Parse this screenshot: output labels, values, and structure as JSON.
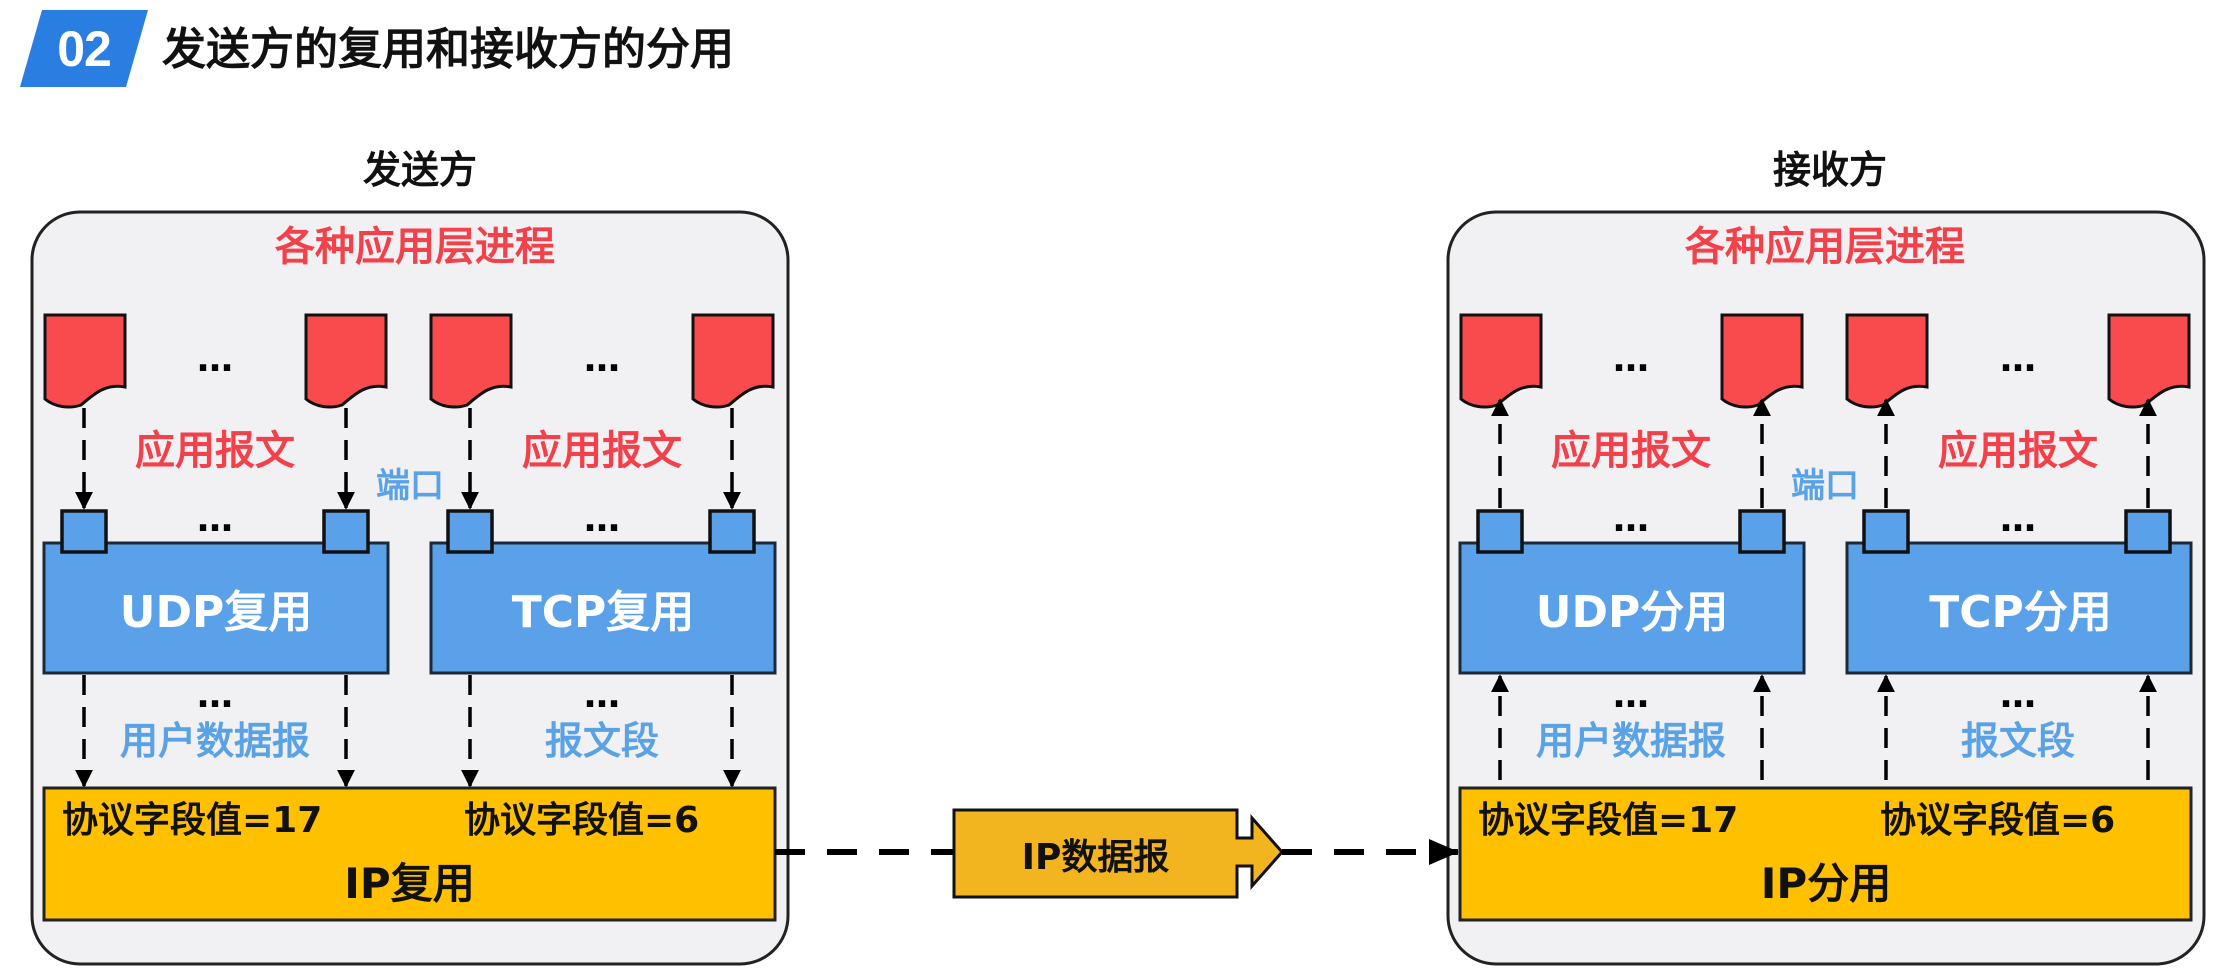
{
  "header": {
    "section_number": "02",
    "title": "发送方的复用和接收方的分用"
  },
  "colors": {
    "badge_blue": "#2a7de1",
    "panel_fill": "#f1f0f3",
    "process_red": "#f94a4e",
    "transport_blue": "#5ba1e9",
    "ip_yellow": "#ffc000",
    "datagram_yellow": "#f2b520",
    "label_red": "#f2414a",
    "label_blue": "#5aa2e6"
  },
  "sender": {
    "title": "发送方",
    "processes_label": "各种应用层进程",
    "app_message_label_left": "应用报文",
    "app_message_label_right": "应用报文",
    "port_label": "端口",
    "ellipsis": "…",
    "udp_box": "UDP复用",
    "tcp_box": "TCP复用",
    "udp_pdu_label": "用户数据报",
    "tcp_pdu_label": "报文段",
    "ip_box": {
      "udp_field": "协议字段值=17",
      "tcp_field": "协议字段值=6",
      "name": "IP复用"
    },
    "arrow_direction": "down"
  },
  "link": {
    "datagram_label": "IP数据报",
    "direction": "sender-to-receiver"
  },
  "receiver": {
    "title": "接收方",
    "processes_label": "各种应用层进程",
    "app_message_label_left": "应用报文",
    "app_message_label_right": "应用报文",
    "port_label": "端口",
    "ellipsis": "…",
    "udp_box": "UDP分用",
    "tcp_box": "TCP分用",
    "udp_pdu_label": "用户数据报",
    "tcp_pdu_label": "报文段",
    "ip_box": {
      "udp_field": "协议字段值=17",
      "tcp_field": "协议字段值=6",
      "name": "IP分用"
    },
    "arrow_direction": "up"
  }
}
